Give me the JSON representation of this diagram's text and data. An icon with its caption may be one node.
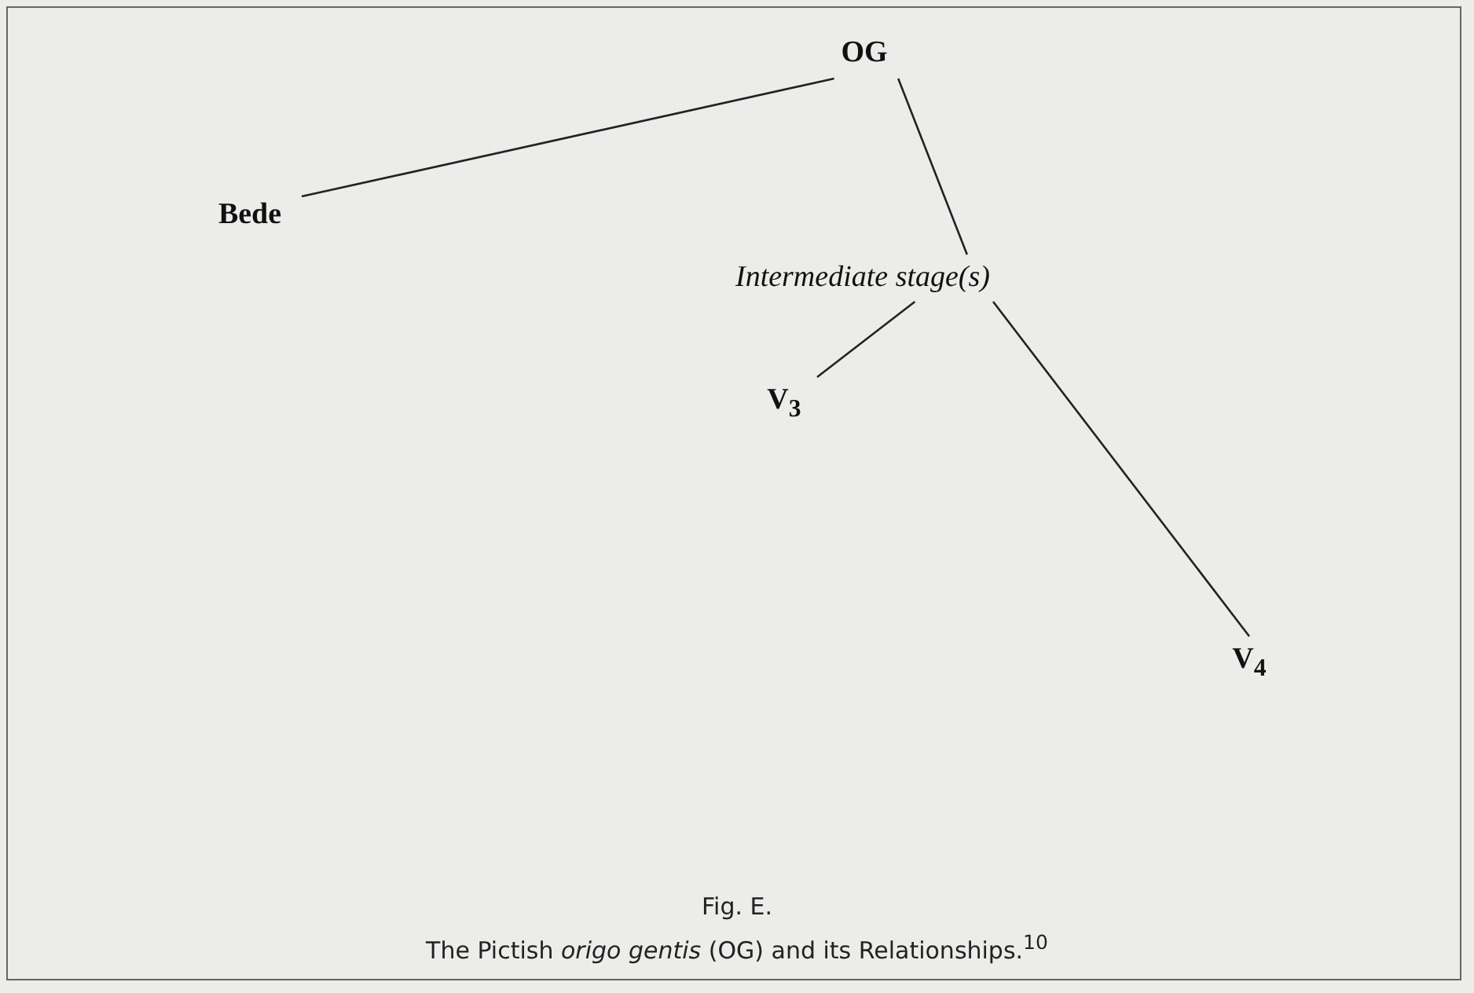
{
  "diagram": {
    "caption": "The Pictish *origo gentis* (OG) and its Relationships.$^{10}$",
    "nodes": [
      {
        "text": [
          "OG"
        ]
      },
      {
        "text": [
          "Bede"
        ]
      },
      {
        "text": [
          "Intermediate stage(s)"
        ]
      },
      {
        "text": [
          "V$_{3}$"
        ]
      },
      {
        "text": [
          "V$_{4}$"
        ]
      }
    ],
    "edges": [
      {
        "from": 0,
        "to": 1,
        "arrow": "none"
      },
      {
        "from": 0,
        "to": 2,
        "arrow": "none"
      },
      {
        "from": 2,
        "to": 3,
        "arrow": "none"
      },
      {
        "from": 2,
        "to": 4,
        "arrow": "none"
      }
    ],
    "labels": [
      "Fig. E."
    ]
  }
}
